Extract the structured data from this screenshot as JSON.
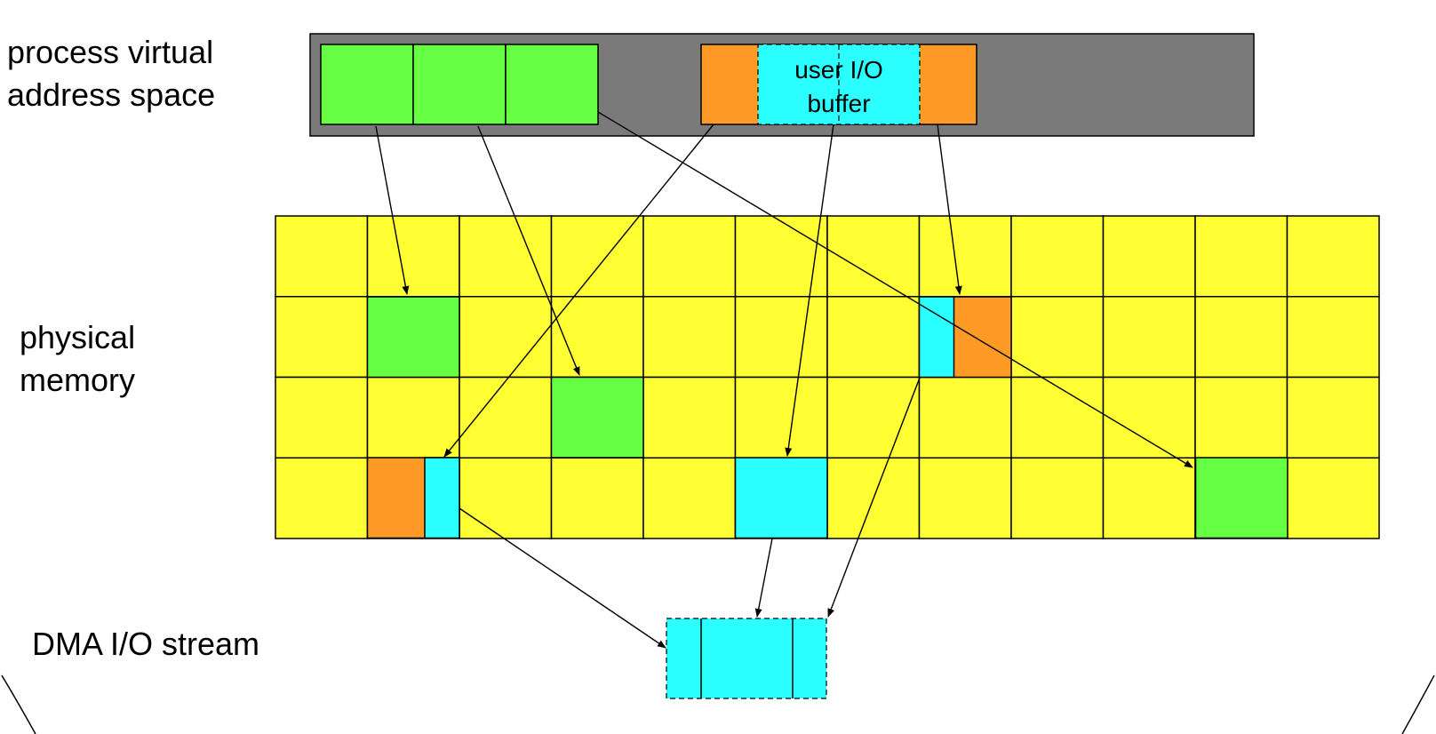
{
  "labels": {
    "virtual_line1": "process virtual",
    "virtual_line2": "address space",
    "physical_line1": "physical",
    "physical_line2": "memory",
    "dma": "DMA I/O stream",
    "buffer_line1": "user I/O",
    "buffer_line2": "buffer"
  },
  "colors": {
    "address_space": "#7a7a7a",
    "free_frame": "#ffff33",
    "green_page": "#66ff44",
    "orange_page": "#ff9a26",
    "buffer": "#2bffff",
    "line": "#000000"
  },
  "physical_memory": {
    "columns": 12,
    "rows": 4
  }
}
